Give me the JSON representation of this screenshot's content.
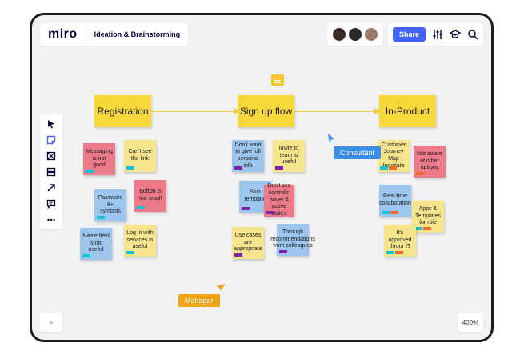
{
  "header": {
    "logo_text": "miro",
    "board_title": "Ideation & Brainstorming",
    "share_label": "Share",
    "icons": [
      "settings-sliders-icon",
      "education-cap-icon",
      "search-icon"
    ]
  },
  "avatar_colors": [
    "#3a2a24",
    "#2a2a2a",
    "#9c7a6a"
  ],
  "toolbar_icons": [
    "cursor-icon",
    "sticky-note-icon",
    "frame-icon",
    "template-icon",
    "arrow-icon",
    "comment-icon",
    "more-icon"
  ],
  "expand_label": "»",
  "zoom_label": "400%",
  "stages": [
    {
      "id": "registration",
      "label": "Registration"
    },
    {
      "id": "signup",
      "label": "Sign up flow"
    },
    {
      "id": "inproduct",
      "label": "In-Product"
    }
  ],
  "colors": {
    "yellow": "#f7e58e",
    "pink": "#ec7a8a",
    "blue": "#9dc6ef",
    "stage": "#f7d83a",
    "cursor_blue": "#3a8ee6",
    "cursor_orange": "#f0a314",
    "tag_cyan": "#12c3d6",
    "tag_purple": "#7d1fb0",
    "tag_orange": "#f06a2a"
  },
  "notes": [
    {
      "text": "Messaging is not good",
      "color": "pink",
      "tags": [
        "tag_cyan"
      ]
    },
    {
      "text": "Can't see the link",
      "color": "yellow",
      "tags": [
        "tag_cyan"
      ]
    },
    {
      "text": "Password 8+ symbols",
      "color": "blue",
      "tags": [
        "tag_cyan"
      ]
    },
    {
      "text": "Button is too small",
      "color": "pink",
      "tags": [
        "tag_cyan"
      ]
    },
    {
      "text": "Name field is not useful",
      "color": "blue",
      "tags": [
        "tag_cyan"
      ]
    },
    {
      "text": "Log in with services is useful",
      "color": "yellow",
      "tags": [
        "tag_cyan"
      ]
    },
    {
      "text": "Don't want to give full personal info",
      "color": "blue",
      "tags": [
        "tag_purple"
      ]
    },
    {
      "text": "Invite to team is useful",
      "color": "yellow",
      "tags": [
        "tag_purple"
      ]
    },
    {
      "text": "Skip template",
      "color": "blue",
      "tags": [
        "tag_purple"
      ]
    },
    {
      "text": "Don't see controls: hover & active states",
      "color": "pink",
      "tags": [
        "tag_purple"
      ]
    },
    {
      "text": "Use cases are appropriate",
      "color": "yellow",
      "tags": [
        "tag_purple"
      ]
    },
    {
      "text": "Through recommendations from colleagues",
      "color": "blue",
      "tags": [
        "tag_purple"
      ]
    },
    {
      "text": "Customer Journey Map template",
      "color": "yellow",
      "tags": [
        "tag_cyan",
        "tag_orange"
      ]
    },
    {
      "text": "Not aware of other options",
      "color": "pink",
      "tags": [
        "tag_orange"
      ]
    },
    {
      "text": "Real-time collaboration",
      "color": "blue",
      "tags": [
        "tag_cyan",
        "tag_orange"
      ]
    },
    {
      "text": "Apps & Templates for role",
      "color": "yellow",
      "tags": [
        "tag_cyan",
        "tag_orange"
      ]
    },
    {
      "text": "It's approved throur IT",
      "color": "yellow",
      "tags": [
        "tag_cyan",
        "tag_orange"
      ]
    }
  ],
  "collaborators": [
    {
      "name": "Consultant",
      "color": "cursor_blue"
    },
    {
      "name": "Manager",
      "color": "cursor_orange"
    }
  ]
}
